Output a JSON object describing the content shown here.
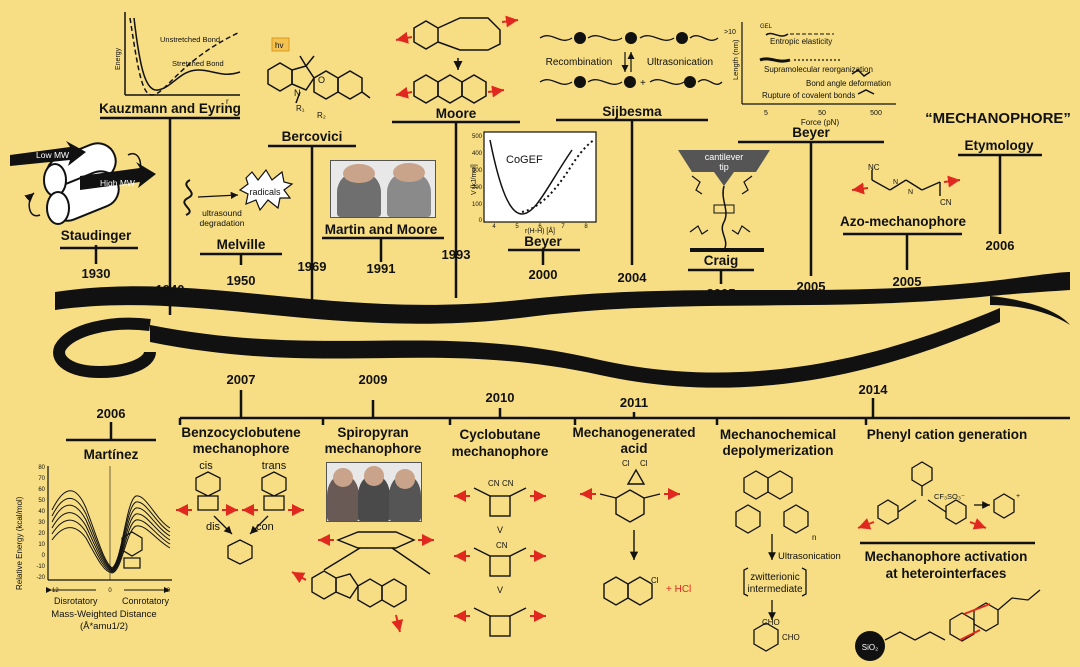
{
  "title": "“MECHANOPHORE”",
  "colors": {
    "background": "#f7de84",
    "ink": "#111111",
    "arrow": "#e0281f"
  },
  "top_timeline": [
    {
      "year": "1930",
      "label": "Staudinger"
    },
    {
      "year": "1940",
      "label": "Kauzmann and Eyring"
    },
    {
      "year": "1950",
      "label": "Melville"
    },
    {
      "year": "1969",
      "label": "Bercovici"
    },
    {
      "year": "1991",
      "label": "Martin and Moore"
    },
    {
      "year": "1993",
      "label": "Moore"
    },
    {
      "year": "2000",
      "label": "Beyer"
    },
    {
      "year": "2004",
      "label": "Sijbesma"
    },
    {
      "year": "2005",
      "label": "Craig"
    },
    {
      "year": "2005",
      "label": "Beyer"
    },
    {
      "year": "2005",
      "label": "Azo-mechanophore"
    },
    {
      "year": "2006",
      "label": "Etymology"
    }
  ],
  "bottom_timeline": [
    {
      "year": "2006",
      "label": "Martínez"
    },
    {
      "year": "2007",
      "label_lines": [
        "Benzocyclobutene",
        "mechanophore"
      ]
    },
    {
      "year": "2009",
      "label_lines": [
        "Spiropyran",
        "mechanophore"
      ]
    },
    {
      "year": "2010",
      "label_lines": [
        "Cyclobutane",
        "mechanophore"
      ]
    },
    {
      "year": "2011",
      "label_lines": [
        "Mechanogenerated",
        "acid"
      ]
    },
    {
      "year": "2014",
      "label_lines": [
        "Mechanochemical",
        "depolymerization"
      ]
    },
    {
      "label": "Phenyl cation generation"
    },
    {
      "label_lines": [
        "Mechanophore activation",
        "at heterointerfaces"
      ]
    }
  ],
  "annotations": {
    "staudinger": {
      "low_mw": "Low MW",
      "high_mw": "High MW"
    },
    "kauzmann": {
      "unstretched": "Unstretched Bond",
      "stretched": "Stretched Bond",
      "energy": "Energy",
      "r": "r"
    },
    "melville": {
      "radicals": "radicals",
      "line1": "ultrasound",
      "line2": "degradation"
    },
    "bercovici": {
      "hv": "hv",
      "r1": "R₁",
      "r2": "R₂",
      "n": "N",
      "o": "O"
    },
    "beyer2000": {
      "cogef": "CoGEF",
      "ylabel": "V [kJ/mol]",
      "xlabel": "r(H-H) [Å]",
      "yticks": [
        "500",
        "400",
        "300",
        "200",
        "100",
        "0"
      ],
      "xticks": [
        "4",
        "5",
        "6",
        "7",
        "8"
      ]
    },
    "sijbesma": {
      "recombination": "Recombination",
      "ultrasonication": "Ultrasonication",
      "plus": "+"
    },
    "beyer2005": {
      "ylabel": "Length (nm)",
      "xlabel": "Force (pN)",
      "y10": ">10",
      "xticks": [
        "5",
        "50",
        "500"
      ],
      "gel": "GEL",
      "items": [
        "Entropic elasticity",
        "Supramolecular reorganization",
        "Bond angle deformation",
        "Rupture of covalent bonds"
      ]
    },
    "craig": {
      "cantilever": "cantilever",
      "tip": "tip"
    },
    "azo": {
      "nc": "NC",
      "cn": "CN",
      "n": "N"
    },
    "martinez": {
      "ylabel": "Relative Energy (kcal/mol)",
      "yticks": [
        "80",
        "70",
        "60",
        "50",
        "40",
        "30",
        "20",
        "10",
        "0",
        "-10",
        "-20"
      ],
      "xticks": [
        "-12",
        "0",
        "12"
      ],
      "left": "Disrotatory",
      "right": "Conrotatory",
      "xlabel": "Mass-Weighted Distance",
      "unit": "(Å*amu1/2)"
    },
    "benzo": {
      "cis": "cis",
      "trans": "trans",
      "dis": "dis",
      "con": "con"
    },
    "cyclobutane": {
      "cn": "CN",
      "v": "V"
    },
    "acid": {
      "cl": "Cl",
      "hcl": "+ HCl"
    },
    "depoly": {
      "ultrasonication": "Ultrasonication",
      "zw1": "zwitterionic",
      "zw2": "intermediate",
      "cho": "CHO",
      "n": "n"
    },
    "phenyl": {
      "counter": "CF₃SO₃⁻",
      "plus": "+"
    },
    "hetero": {
      "sio2": "SiO₂"
    }
  }
}
